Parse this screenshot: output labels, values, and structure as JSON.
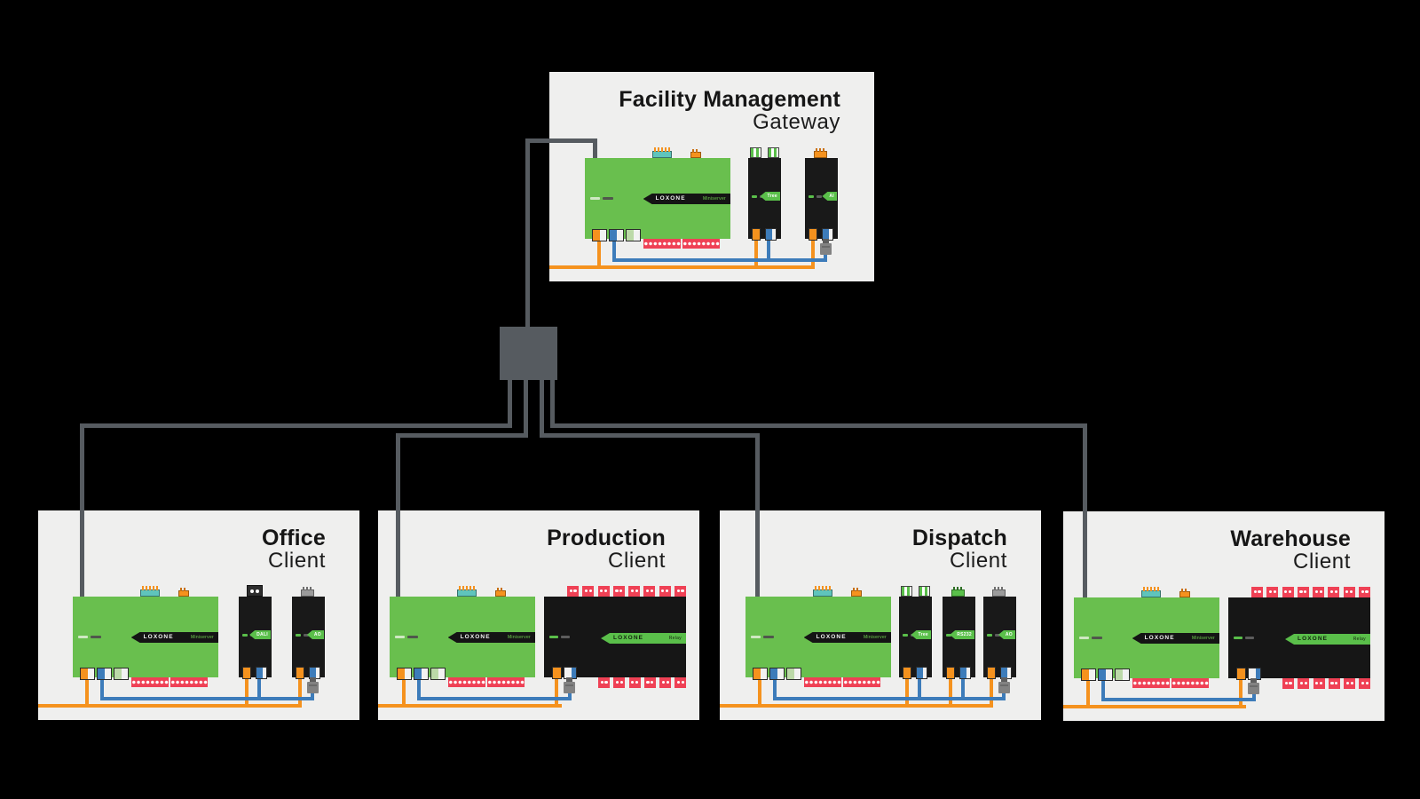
{
  "diagram": {
    "background": "#000000",
    "panel_color": "#efefee",
    "wire_color": "#565b60",
    "accent_green": "#69bf4e",
    "accent_dark": "#191919",
    "accent_orange": "#f5921e",
    "accent_blue": "#3d7cba",
    "accent_teal": "#5fc4bc",
    "accent_red": "#ef4155"
  },
  "devices": {
    "miniserver": {
      "brand": "LOXONE",
      "model": "Miniserver"
    },
    "relay": {
      "brand": "LOXONE",
      "model": "Relay"
    }
  },
  "nodes": {
    "gateway": {
      "title": "Facility Management",
      "subtitle": "Gateway",
      "extensions": [
        "Tree",
        "AI"
      ]
    },
    "office": {
      "title": "Office",
      "subtitle": "Client",
      "extensions": [
        "DALI",
        "AO"
      ]
    },
    "production": {
      "title": "Production",
      "subtitle": "Client",
      "extensions": [
        "Relay"
      ]
    },
    "dispatch": {
      "title": "Dispatch",
      "subtitle": "Client",
      "extensions": [
        "Tree",
        "RS232",
        "AO"
      ]
    },
    "warehouse": {
      "title": "Warehouse",
      "subtitle": "Client",
      "extensions": [
        "Relay"
      ]
    }
  }
}
